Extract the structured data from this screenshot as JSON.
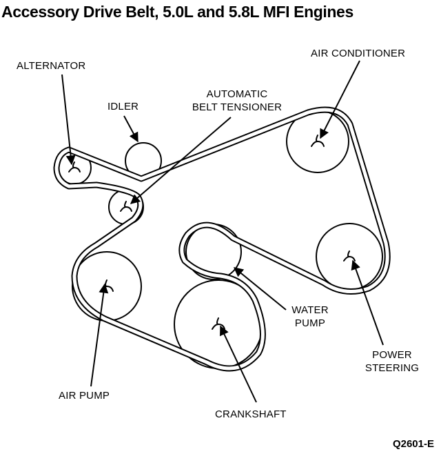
{
  "title": "Accessory Drive Belt, 5.0L and 5.8L MFI Engines",
  "labels": {
    "alternator": "ALTERNATOR",
    "idler": "IDLER",
    "tensioner_line1": "AUTOMATIC",
    "tensioner_line2": "BELT TENSIONER",
    "air_conditioner": "AIR CONDITIONER",
    "water_pump_line1": "WATER",
    "water_pump_line2": "PUMP",
    "power_steering_line1": "POWER",
    "power_steering_line2": "STEERING",
    "air_pump": "AIR PUMP",
    "crankshaft": "CRANKSHAFT"
  },
  "figure_code": "Q2601-E"
}
